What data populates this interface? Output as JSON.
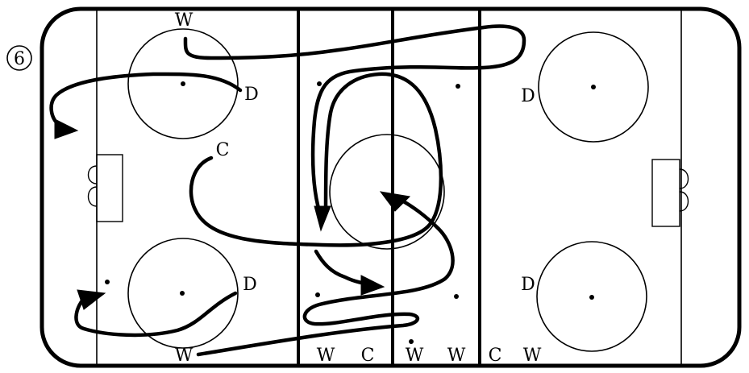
{
  "drill_number": "6",
  "players": {
    "w_top": "W",
    "d_left_top": "D",
    "c_left": "C",
    "d_left_bottom": "D",
    "w_bottom": "W",
    "d_right_top": "D",
    "d_right_bottom": "D",
    "bench_1": "W",
    "bench_2": "C",
    "bench_3": "W",
    "bench_4": "W",
    "bench_5": "C",
    "bench_6": "W"
  }
}
